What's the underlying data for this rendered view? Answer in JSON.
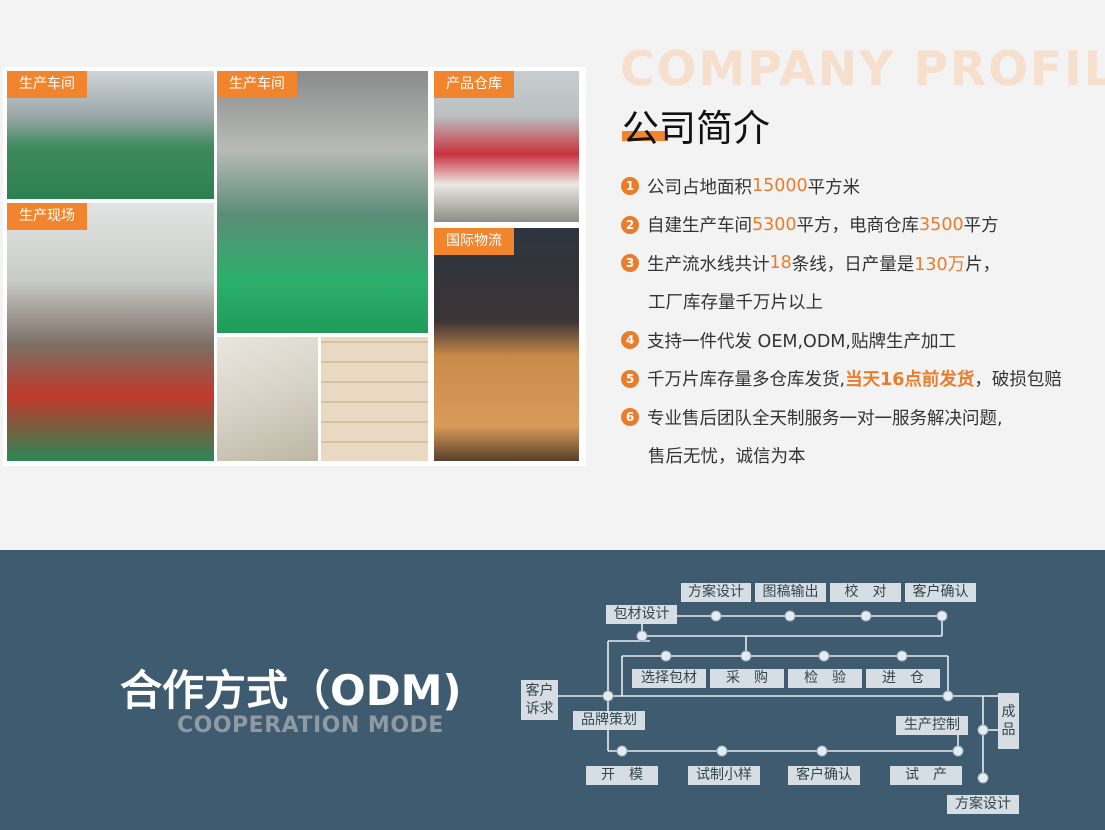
{
  "gallery": {
    "tags": [
      "生产车间",
      "生产车间",
      "产品仓库",
      "生产现场",
      "国际物流"
    ]
  },
  "profile": {
    "title_en": "COMPANY PROFILE",
    "title_cn": "公司简介",
    "points": [
      {
        "num": "1",
        "parts": [
          "公司占地面积",
          "15000",
          "平方米"
        ]
      },
      {
        "num": "2",
        "parts": [
          "自建生产车间",
          "5300",
          "平方，电商仓库",
          "3500",
          "平方"
        ]
      },
      {
        "num": "3",
        "parts": [
          "生产流水线共计",
          "18",
          "条线，日产量是",
          "130万",
          "片，"
        ]
      },
      {
        "cont": "工厂库存量千万片以上"
      },
      {
        "num": "4",
        "parts": [
          "支持一件代发 OEM,ODM,贴牌生产加工"
        ]
      },
      {
        "num": "5",
        "parts": [
          "千万片库存量多仓库发货,",
          "当天16点前发货",
          "，破损包赔"
        ]
      },
      {
        "num": "6",
        "parts": [
          "专业售后团队全天制服务一对一服务解决问题,"
        ]
      },
      {
        "cont": "售后无忧，诚信为本"
      }
    ]
  },
  "odm": {
    "title": "合作方式（ODM)",
    "subtitle": "COOPERATION MODE"
  },
  "flow": {
    "customer": "客户\n诉求",
    "finished": "成\n品",
    "brand_plan": "品牌策划",
    "package_design": "包材设计",
    "production_control": "生产控制",
    "top_row": [
      "方案设计",
      "图稿输出",
      "校　对",
      "客户确认"
    ],
    "middle_row": [
      "选择包材",
      "采　购",
      "检　验",
      "进　仓"
    ],
    "bottom_row": [
      "开　模",
      "试制小样",
      "客户确认",
      "试　产"
    ],
    "final": "方案设计"
  },
  "colors": {
    "accent": "#ea7c2a",
    "band": "#3e5b70",
    "flow_box": "#d6dee3"
  }
}
